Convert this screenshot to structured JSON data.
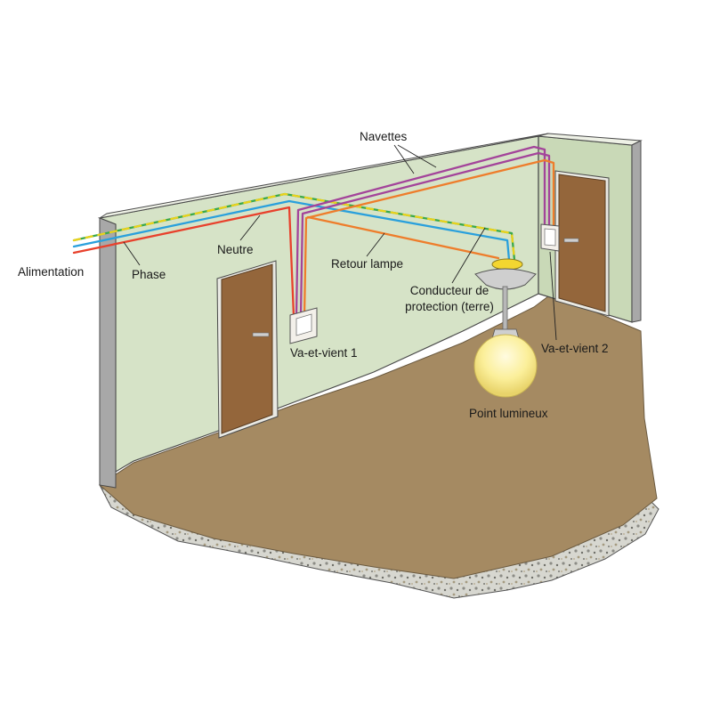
{
  "labels": {
    "alimentation": "Alimentation",
    "phase": "Phase",
    "neutre": "Neutre",
    "navettes": "Navettes",
    "retour_lampe": "Retour lampe",
    "conducteur_line1": "Conducteur de",
    "conducteur_line2": "protection (terre)",
    "va_et_vient_1": "Va-et-vient 1",
    "va_et_vient_2": "Va-et-vient 2",
    "point_lumineux": "Point lumineux"
  },
  "colors": {
    "phase": "#e8412c",
    "neutre": "#2aa0dc",
    "navettes": "#a3449a",
    "retour_lampe": "#ee7d2b",
    "terre_green": "#3aa84a",
    "terre_yellow": "#ead21c",
    "wall": "#d6e3c7",
    "floor": "#a58a62",
    "door": "#94663b",
    "slab": "#cfcfc8"
  }
}
